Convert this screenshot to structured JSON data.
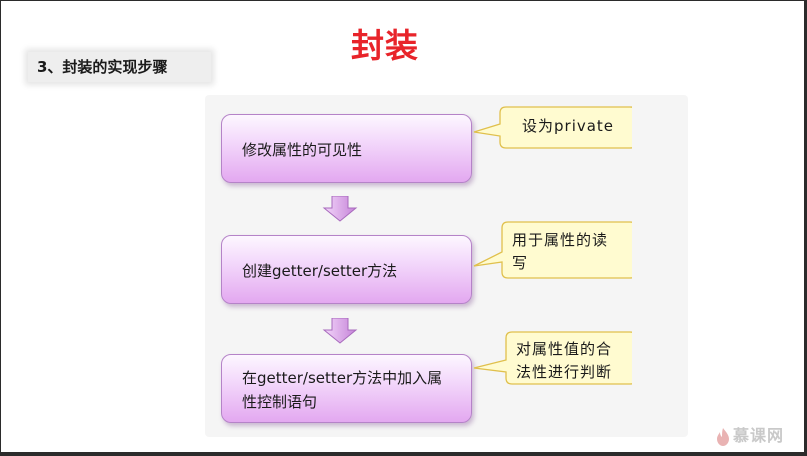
{
  "slide": {
    "title": "封装",
    "step_heading": "3、封装的实现步骤"
  },
  "steps": [
    {
      "label": "修改属性的可见性",
      "note": "设为private"
    },
    {
      "label": "创建getter/setter方法",
      "note": "用于属性的读\n写"
    },
    {
      "label": "在getter/setter方法中加入属\n性控制语句",
      "note": "对属性值的合\n法性进行判断"
    }
  ],
  "watermark": {
    "text": "慕课网",
    "icon": "flame-logo-icon"
  },
  "colors": {
    "title": "#e8242a",
    "step_box_top": "#fdf7ff",
    "step_box_bottom": "#e3a8f0",
    "callout_fill": "#fffbd0",
    "callout_border": "#e0c04c",
    "arrow_fill": "#d49ae3"
  }
}
